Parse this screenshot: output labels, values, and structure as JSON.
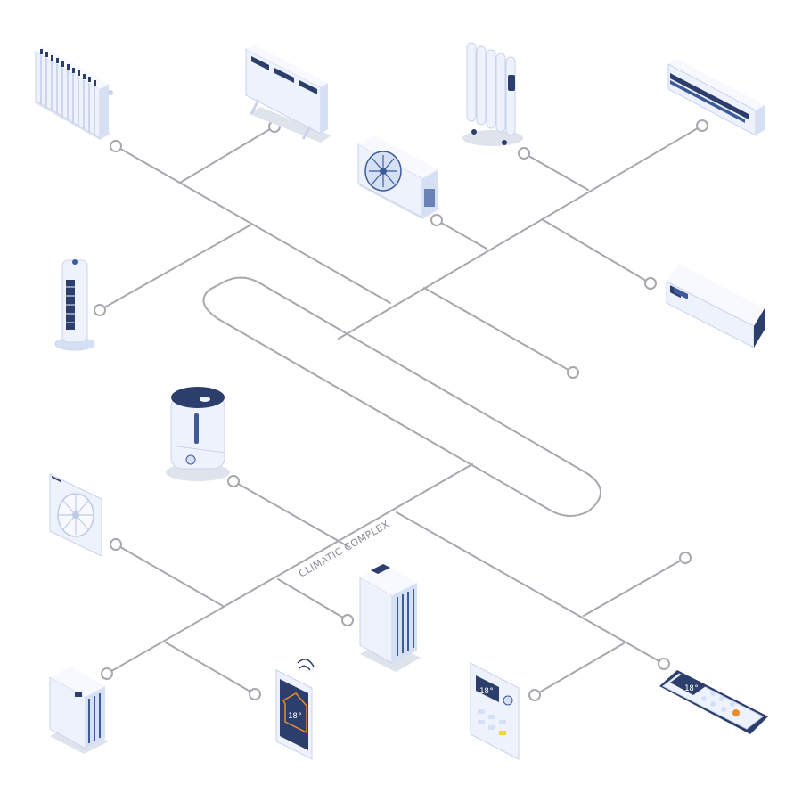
{
  "diagram": {
    "label": "CLIMATIC COMPLEX"
  },
  "devices": {
    "phone_temp": "18°",
    "thermostat_temp": "18°",
    "remote_temp": "18°"
  },
  "colors": {
    "line": "#a6a8ad",
    "body": "#eef2fc",
    "body_side": "#d6e0f5",
    "accent": "#2c3e6b",
    "stripe": "#3d5a99",
    "shadow": "#dfe3ec",
    "orange": "#f08a24",
    "yellow": "#f4d23c"
  },
  "icons": [
    "radiator-icon",
    "convector-icon",
    "oil-heater-icon",
    "wall-air-conditioner-icon",
    "outdoor-unit-icon",
    "tower-fan-icon",
    "split-unit-icon",
    "humidifier-icon",
    "exhaust-fan-icon",
    "air-purifier-icon",
    "portable-heater-icon",
    "smartphone-icon",
    "wall-thermostat-icon",
    "remote-control-icon"
  ]
}
